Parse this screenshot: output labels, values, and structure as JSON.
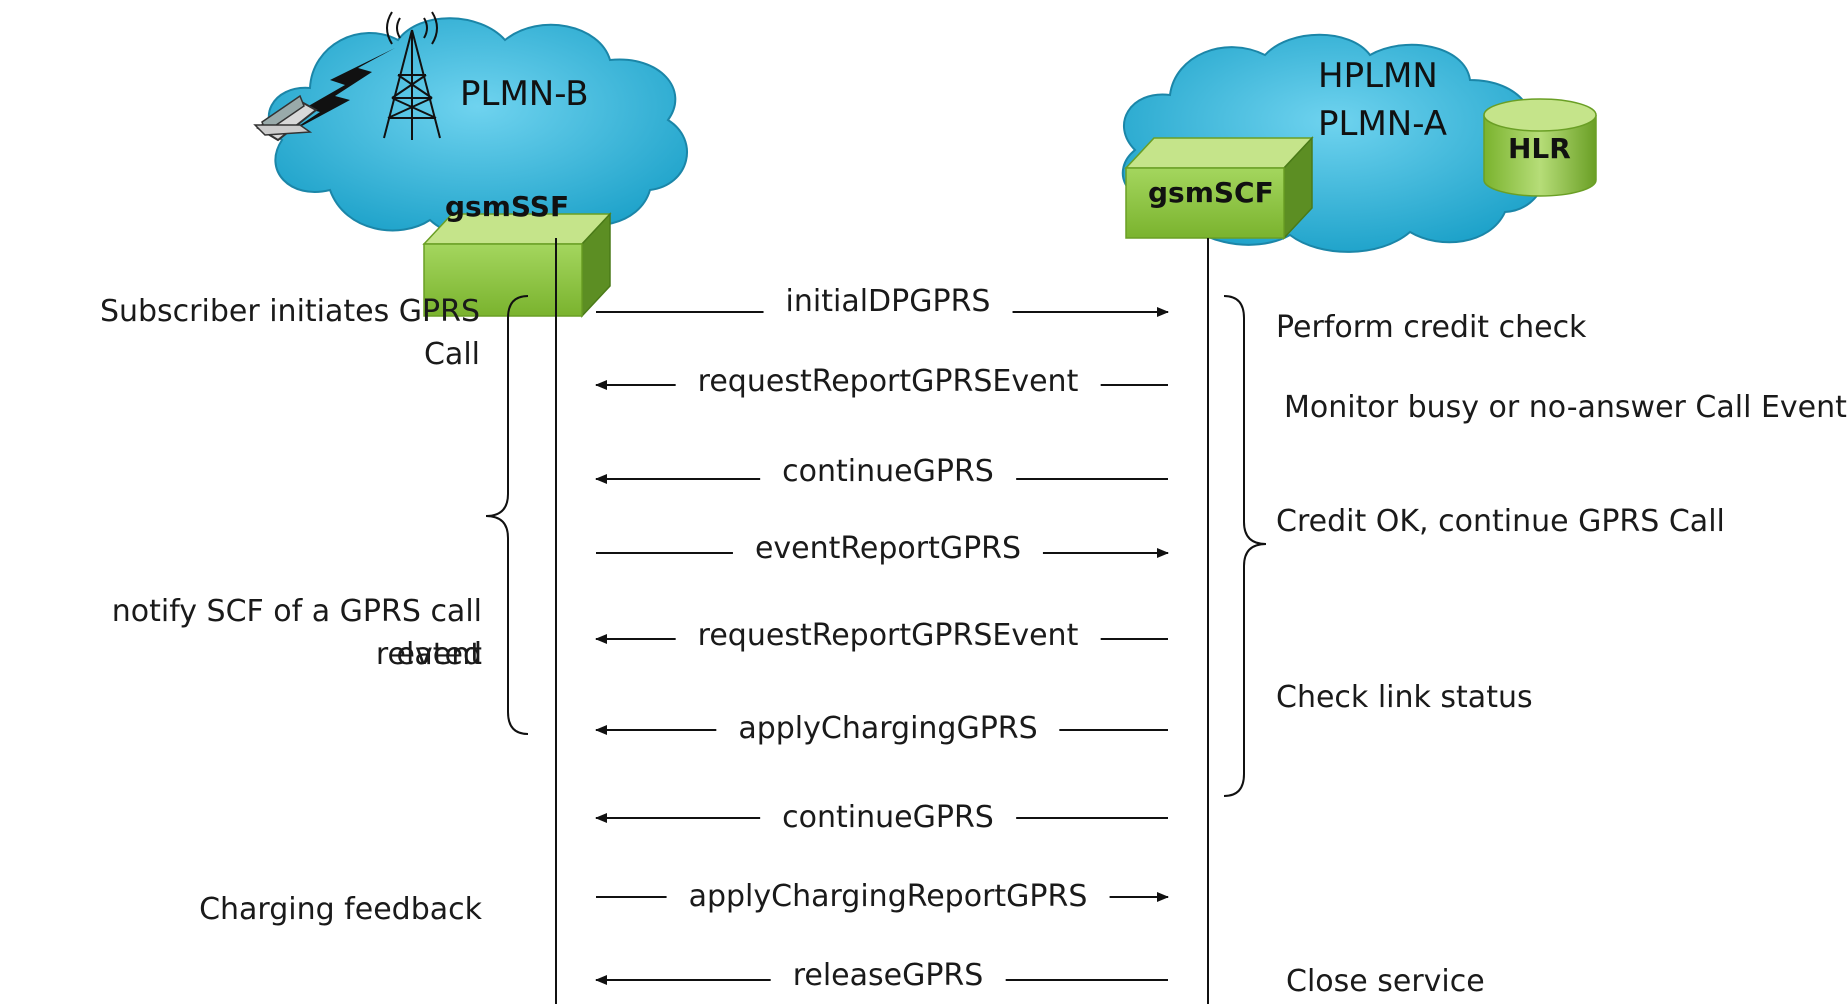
{
  "networks": {
    "left": {
      "title": "PLMN-B",
      "node": "gsmSSF"
    },
    "right": {
      "title_line1": "HPLMN",
      "title_line2": "PLMN-A",
      "node": "gsmSCF",
      "db": "HLR"
    }
  },
  "messages": [
    {
      "label": "initialDPGPRS",
      "direction": "to-right"
    },
    {
      "label": "requestReportGPRSEvent",
      "direction": "to-left"
    },
    {
      "label": "continueGPRS",
      "direction": "to-left"
    },
    {
      "label": "eventReportGPRS",
      "direction": "to-right"
    },
    {
      "label": "requestReportGPRSEvent",
      "direction": "to-left"
    },
    {
      "label": "applyChargingGPRS",
      "direction": "to-left"
    },
    {
      "label": "continueGPRS",
      "direction": "to-left"
    },
    {
      "label": "applyChargingReportGPRS",
      "direction": "to-right"
    },
    {
      "label": "releaseGPRS",
      "direction": "to-left"
    }
  ],
  "left_notes": {
    "note1_line1": "Subscriber initiates GPRS",
    "note1_line2": "Call",
    "note2_line1": "notify SCF of a GPRS call related",
    "note2_line2": "event",
    "note3": "Charging feedback"
  },
  "right_notes": {
    "note1": "Perform credit check",
    "note2": "Monitor busy or no-answer Call Event",
    "note3": "Credit OK, continue GPRS Call",
    "note4": "Check link status",
    "note5": "Close service"
  },
  "colors": {
    "cloud_fill": "#2bb3da",
    "cloud_stroke": "#1b86a8",
    "box_front": "#8dc63f",
    "box_top": "#c5e48a",
    "box_side": "#5c8e23"
  }
}
